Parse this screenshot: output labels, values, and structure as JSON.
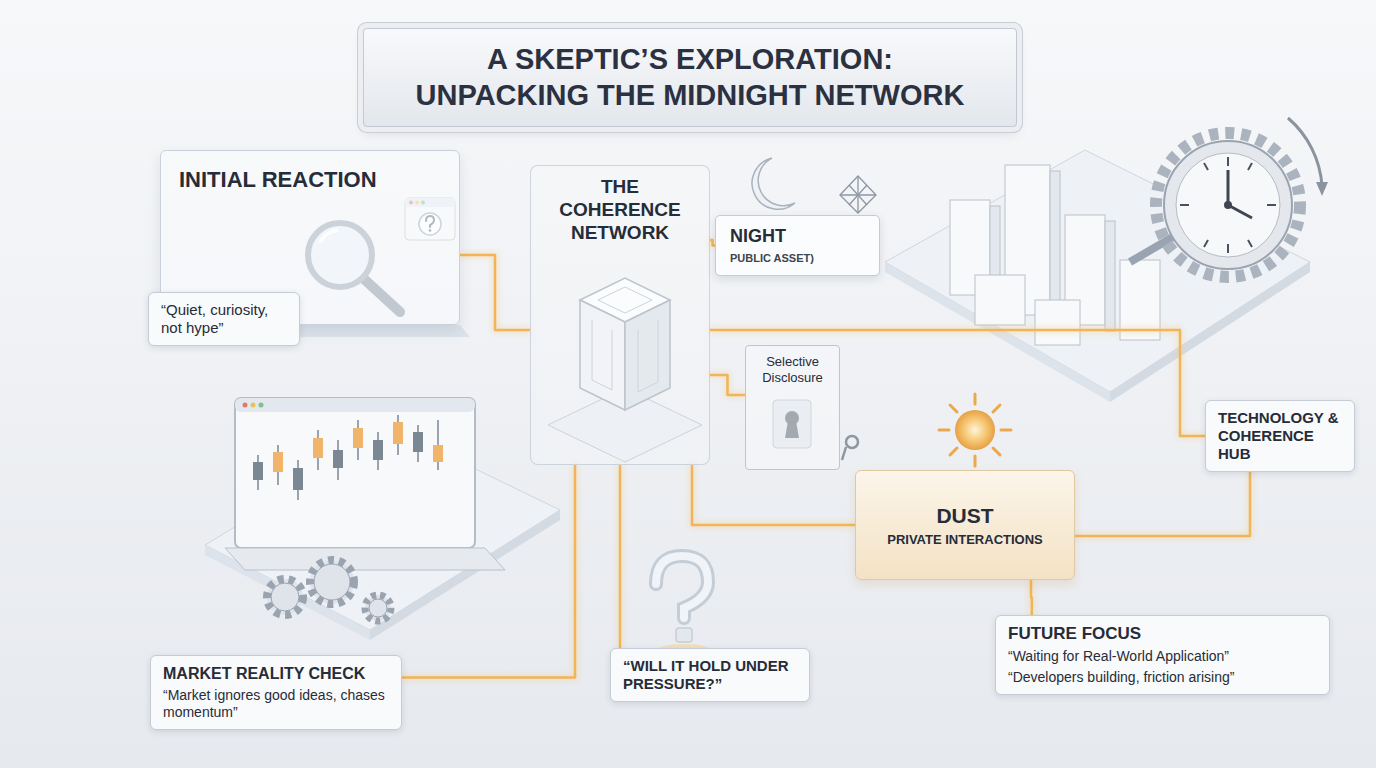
{
  "diagram": {
    "title": "A SKEPTIC’S EXPLORATION: UNPACKING THE MIDNIGHT NETWORK",
    "nodes": [
      {
        "text": [
          "INITIAL REACTION"
        ]
      },
      {
        "text": [
          "“Quiet, curiosity, not hype”"
        ]
      },
      {
        "text": [
          "THE COHERENCE NETWORK"
        ]
      },
      {
        "text": [
          "NIGHT",
          "PUBLIC ASSET)"
        ]
      },
      {
        "text": [
          "Selective Disclosure"
        ]
      },
      {
        "text": [
          "TECHNOLOGY & COHERENCE HUB"
        ]
      },
      {
        "text": [
          "MARKET REALITY CHECK",
          "“Market ignores good ideas, chases momentum”"
        ]
      },
      {
        "text": [
          "DUST",
          "PRIVATE INTERACTIONS"
        ]
      },
      {
        "text": [
          "FUTURE FOCUS",
          "“Waiting for Real-World Application”",
          "“Developers building, friction arising”"
        ]
      },
      {
        "text": [
          "“WILL IT HOLD UNDER PRESSURE?”"
        ]
      }
    ],
    "edges": [
      {
        "from": 0,
        "to": 2,
        "arrow": "none"
      },
      {
        "from": 2,
        "to": 3,
        "arrow": "none"
      },
      {
        "from": 2,
        "to": 4,
        "arrow": "none"
      },
      {
        "from": 2,
        "to": 5,
        "arrow": "none"
      },
      {
        "from": 6,
        "to": 2,
        "arrow": "none"
      },
      {
        "from": 2,
        "to": 7,
        "arrow": "none"
      },
      {
        "from": 2,
        "to": 9,
        "arrow": "none"
      },
      {
        "from": 7,
        "to": 8,
        "arrow": "none"
      },
      {
        "from": 5,
        "to": 7,
        "arrow": "none"
      }
    ]
  }
}
